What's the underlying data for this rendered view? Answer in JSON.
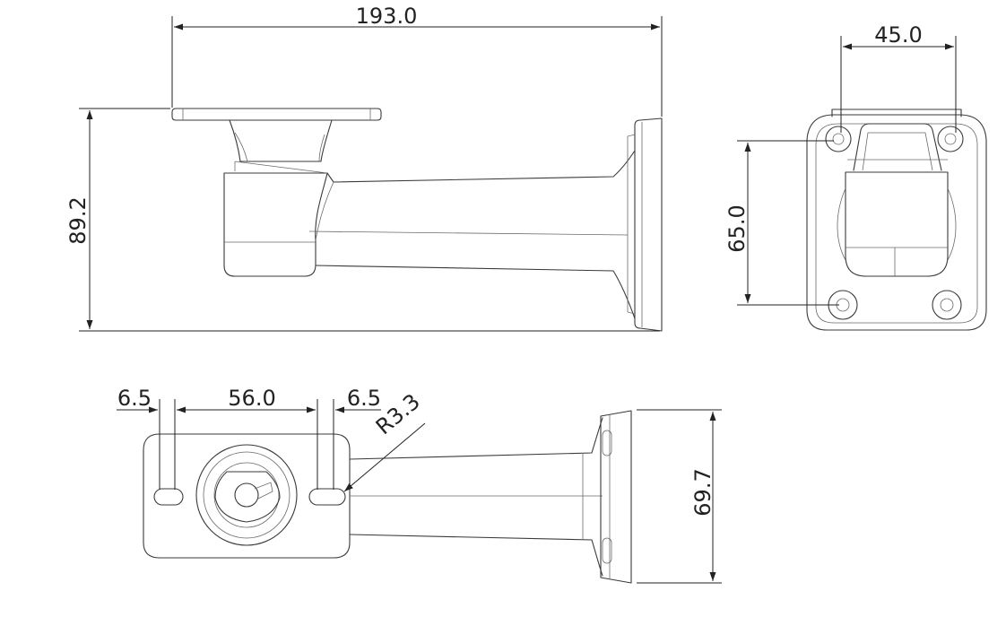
{
  "dimensions": {
    "side_length": "193.0",
    "side_height": "89.2",
    "back_width": "45.0",
    "back_height": "65.0",
    "bottom_left_margin": "6.5",
    "bottom_hole_span": "56.0",
    "bottom_right_margin": "6.5",
    "bottom_radius": "R3.3",
    "bottom_base_height": "69.7"
  }
}
